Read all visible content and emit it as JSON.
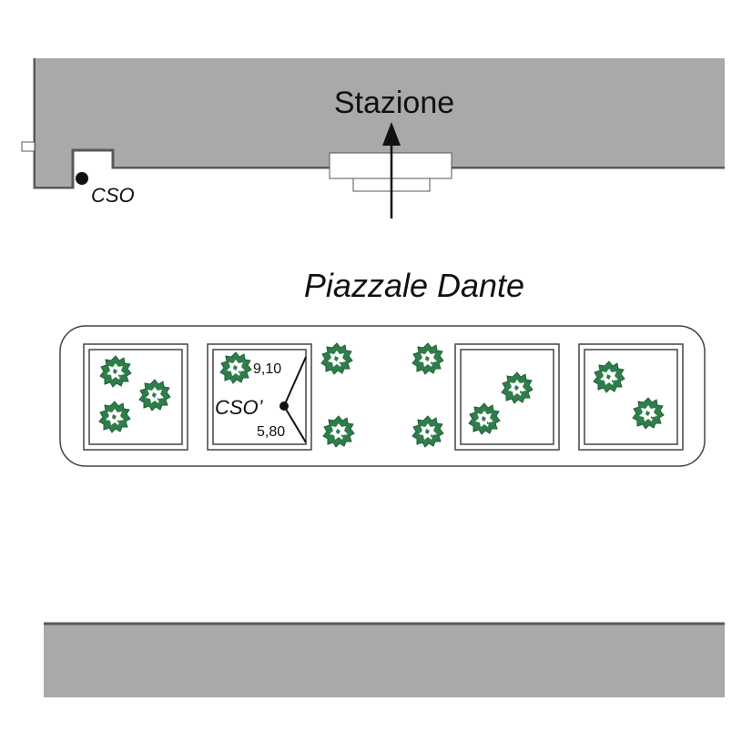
{
  "labels": {
    "station": "Stazione",
    "cso": "CSO",
    "square": "Piazzale Dante",
    "cso_prime": "CSO’",
    "dist_top": "9,10",
    "dist_bottom": "5,80"
  },
  "colors": {
    "block": "#a9a9a9",
    "edge": "#595959",
    "line": "#333333",
    "tree": "#2e7d4a",
    "tree_dark": "#1f5e36"
  },
  "icons": {
    "tree": "tree-canopy-icon",
    "point": "survey-point-icon"
  }
}
